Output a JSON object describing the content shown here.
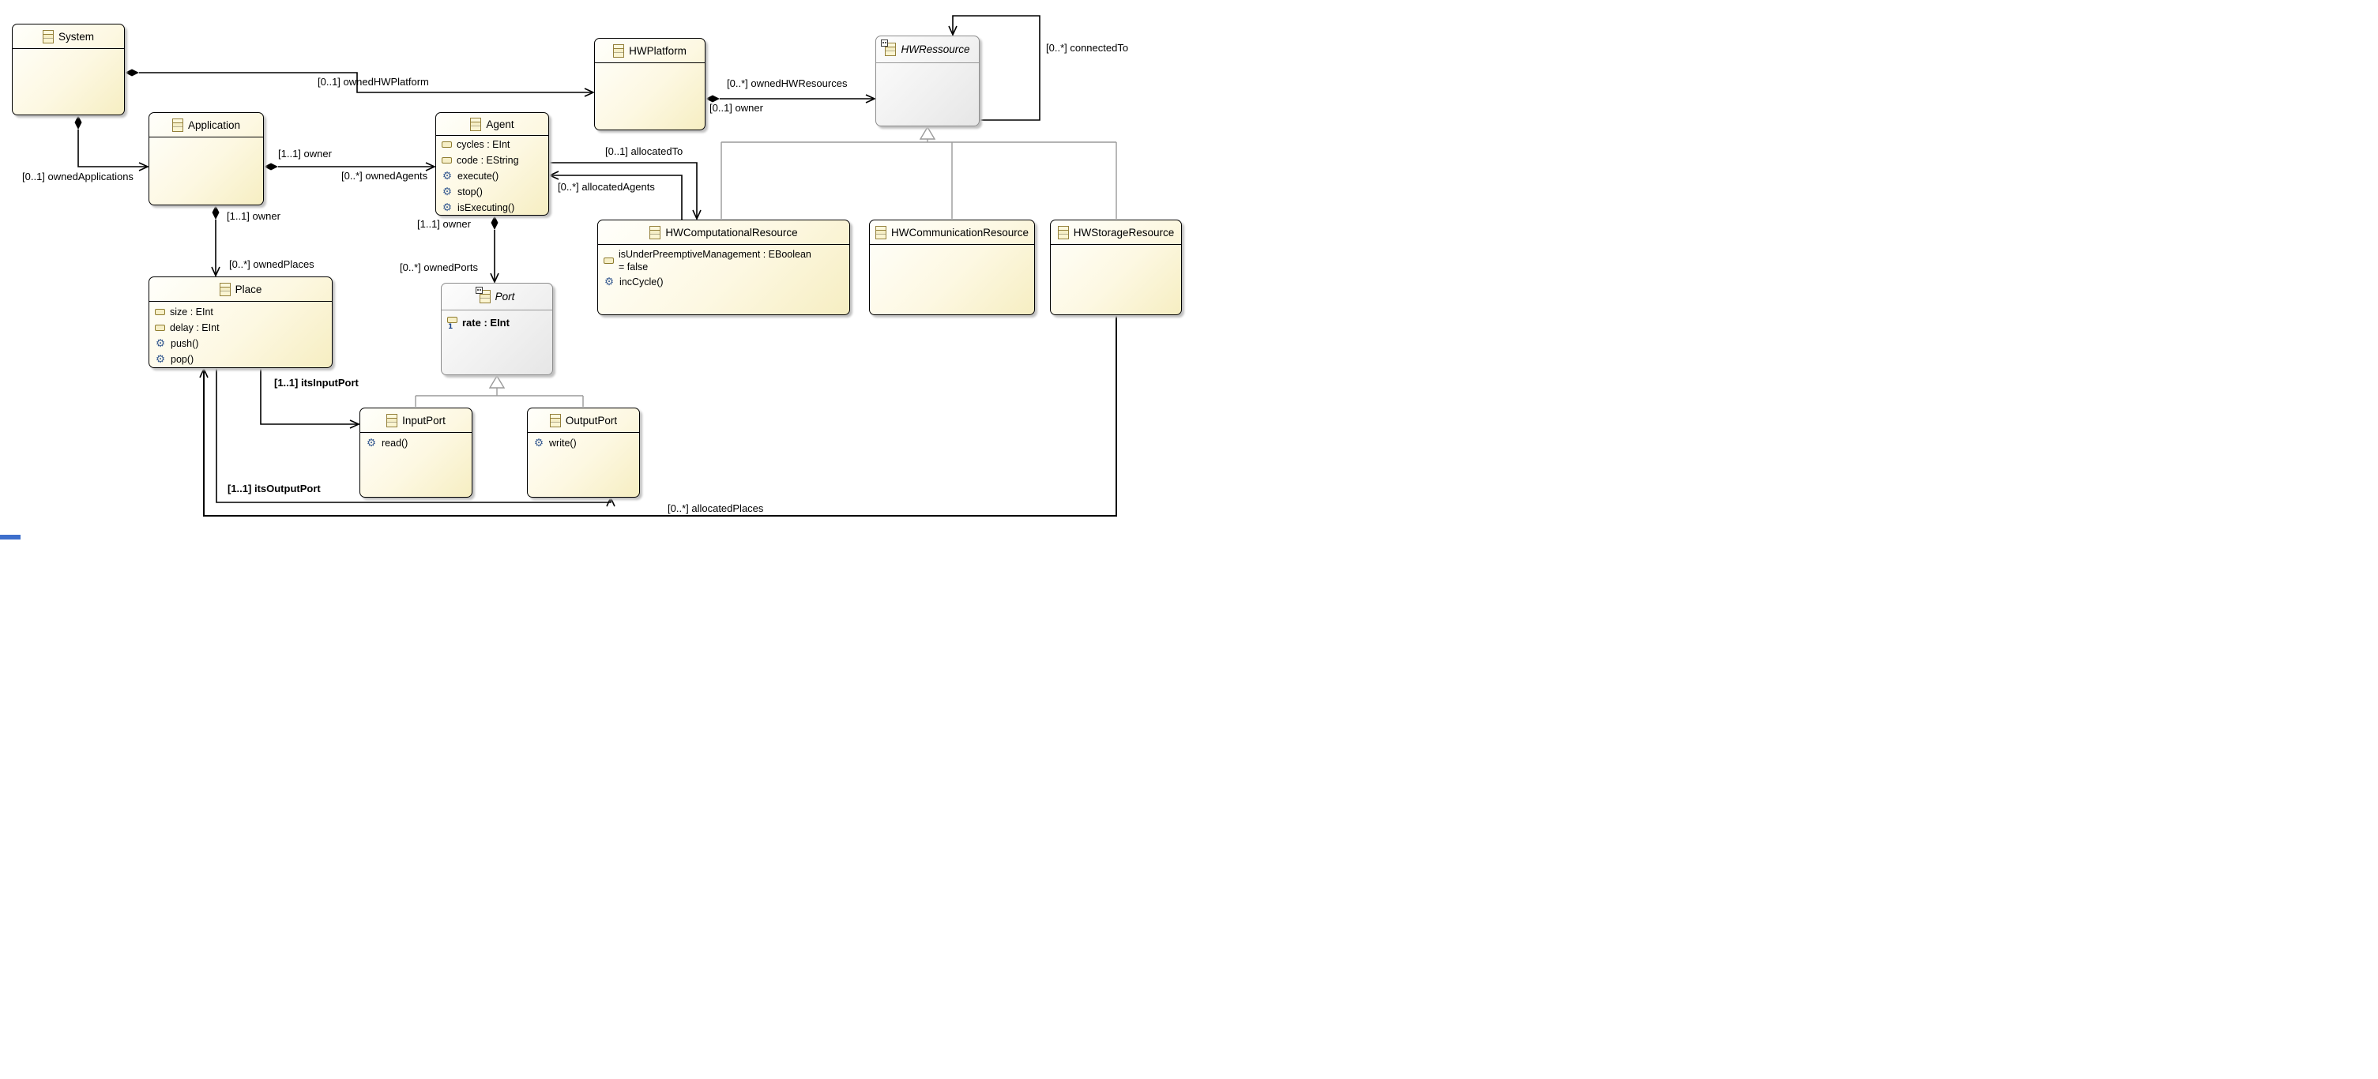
{
  "colors": {
    "class_fill_start": "#fffffb",
    "class_fill_end": "#f6eec2",
    "class_border": "#000000",
    "abstract_fill_end": "#e6e6e6",
    "abstract_border": "#8c8c8c",
    "edge": "#000000",
    "generalization_line": "#9a9a9a",
    "icon_border": "#94803a",
    "icon_fill": "#f6efc7",
    "operation_icon_blue": "#3a5d92",
    "bottom_left_artifact_blue": "#3e6fcc"
  },
  "classes": {
    "system": {
      "name": "System"
    },
    "hwplatform": {
      "name": "HWPlatform"
    },
    "hwressource": {
      "name": "HWRessource"
    },
    "application": {
      "name": "Application"
    },
    "agent": {
      "name": "Agent",
      "attrs": [
        "cycles : EInt",
        "code : EString"
      ],
      "ops": [
        "execute()",
        "stop()",
        "isExecuting()"
      ]
    },
    "place": {
      "name": "Place",
      "attrs": [
        "size : EInt",
        "delay : EInt"
      ],
      "ops": [
        "push()",
        "pop()"
      ]
    },
    "port": {
      "name": "Port",
      "attrs": [
        "rate : EInt"
      ]
    },
    "inputport": {
      "name": "InputPort",
      "ops": [
        "read()"
      ]
    },
    "outputport": {
      "name": "OutputPort",
      "ops": [
        "write()"
      ]
    },
    "hwcomputationalresource": {
      "name": "HWComputationalResource",
      "attrs": [
        "isUnderPreemptiveManagement : EBoolean = false"
      ],
      "ops": [
        "incCycle()"
      ]
    },
    "hwcommunicationresource": {
      "name": "HWCommunicationResource"
    },
    "hwstorageresource": {
      "name": "HWStorageResource"
    }
  },
  "labels": {
    "ownedHWPlatform": "[0..1] ownedHWPlatform",
    "ownedHWResources": "[0..*] ownedHWResources",
    "owner_hwplatform": "[0..1] owner",
    "connectedTo": "[0..*] connectedTo",
    "ownedApplications": "[0..1] ownedApplications",
    "owner_agent": "[1..1] owner",
    "ownedAgents": "[0..*] ownedAgents",
    "owner_place": "[1..1] owner",
    "ownedPlaces": "[0..*] ownedPlaces",
    "owner_port": "[1..1] owner",
    "ownedPorts": "[0..*] ownedPorts",
    "allocatedTo": "[0..1] allocatedTo",
    "allocatedAgents": "[0..*] allocatedAgents",
    "itsInputPort": "[1..1] itsInputPort",
    "itsOutputPort": "[1..1] itsOutputPort",
    "allocatedPlaces": "[0..*] allocatedPlaces"
  }
}
